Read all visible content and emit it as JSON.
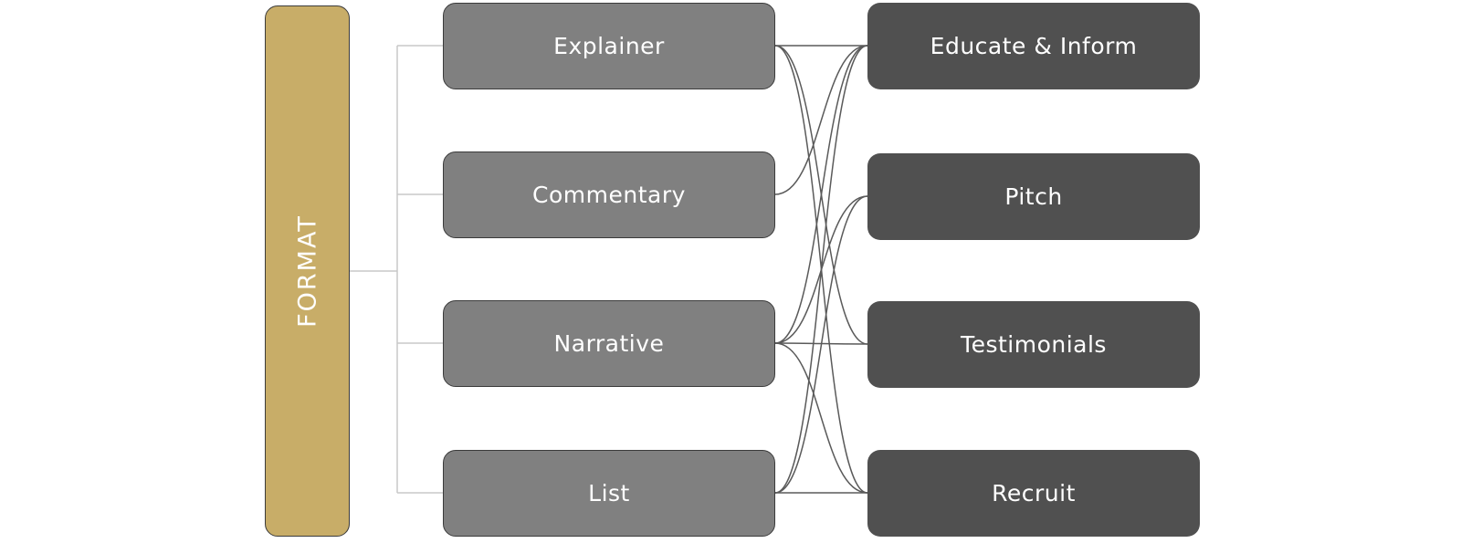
{
  "root": {
    "label": "FORMAT"
  },
  "formats": [
    {
      "id": "explainer",
      "label": "Explainer"
    },
    {
      "id": "commentary",
      "label": "Commentary"
    },
    {
      "id": "narrative",
      "label": "Narrative"
    },
    {
      "id": "list",
      "label": "List"
    }
  ],
  "purposes": [
    {
      "id": "educate",
      "label": "Educate & Inform"
    },
    {
      "id": "pitch",
      "label": "Pitch"
    },
    {
      "id": "testimonials",
      "label": "Testimonials"
    },
    {
      "id": "recruit",
      "label": "Recruit"
    }
  ],
  "links": [
    {
      "from": "explainer",
      "to": "educate"
    },
    {
      "from": "explainer",
      "to": "testimonials"
    },
    {
      "from": "explainer",
      "to": "recruit"
    },
    {
      "from": "commentary",
      "to": "educate"
    },
    {
      "from": "narrative",
      "to": "educate"
    },
    {
      "from": "narrative",
      "to": "pitch"
    },
    {
      "from": "narrative",
      "to": "testimonials"
    },
    {
      "from": "narrative",
      "to": "recruit"
    },
    {
      "from": "list",
      "to": "educate"
    },
    {
      "from": "list",
      "to": "pitch"
    },
    {
      "from": "list",
      "to": "recruit"
    }
  ],
  "colors": {
    "root_fill": "#c8ad68",
    "format_fill": "#808080",
    "purpose_fill": "#505050",
    "tree_line": "#c8c8c8",
    "link_line": "#5a5a5a"
  }
}
